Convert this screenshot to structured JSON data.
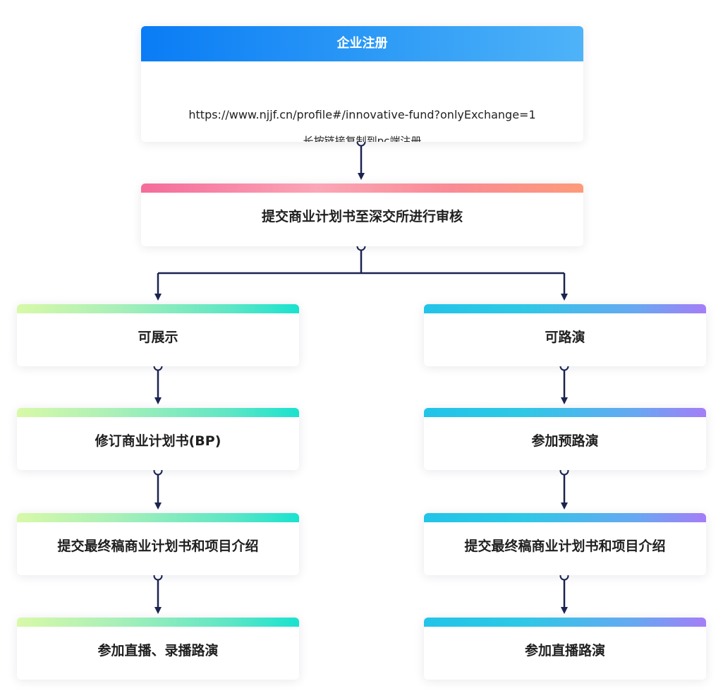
{
  "register": {
    "title": "企业注册",
    "url": "https://www.njjf.cn/profile#/innovative-fund?onlyExchange=1",
    "hint": "长按链接复制到pc端注册"
  },
  "review": {
    "label": "提交商业计划书至深交所进行审核"
  },
  "left_branch": {
    "steps": [
      "可展示",
      "修订商业计划书(BP)",
      "提交最终稿商业计划书和项目介绍",
      "参加直播、录播路演"
    ]
  },
  "right_branch": {
    "steps": [
      "可路演",
      "参加预路演",
      "提交最终稿商业计划书和项目介绍",
      "参加直播路演"
    ]
  },
  "colors": {
    "connector": "#1b2350",
    "register_header": [
      "#0a7cf5",
      "#4fb3f8"
    ],
    "review_bar": [
      "#f46b9a",
      "#fd9a7a"
    ],
    "left_bar": [
      "#d8f9a8",
      "#19e2cf"
    ],
    "right_bar": [
      "#22c4e8",
      "#a47df7"
    ]
  }
}
